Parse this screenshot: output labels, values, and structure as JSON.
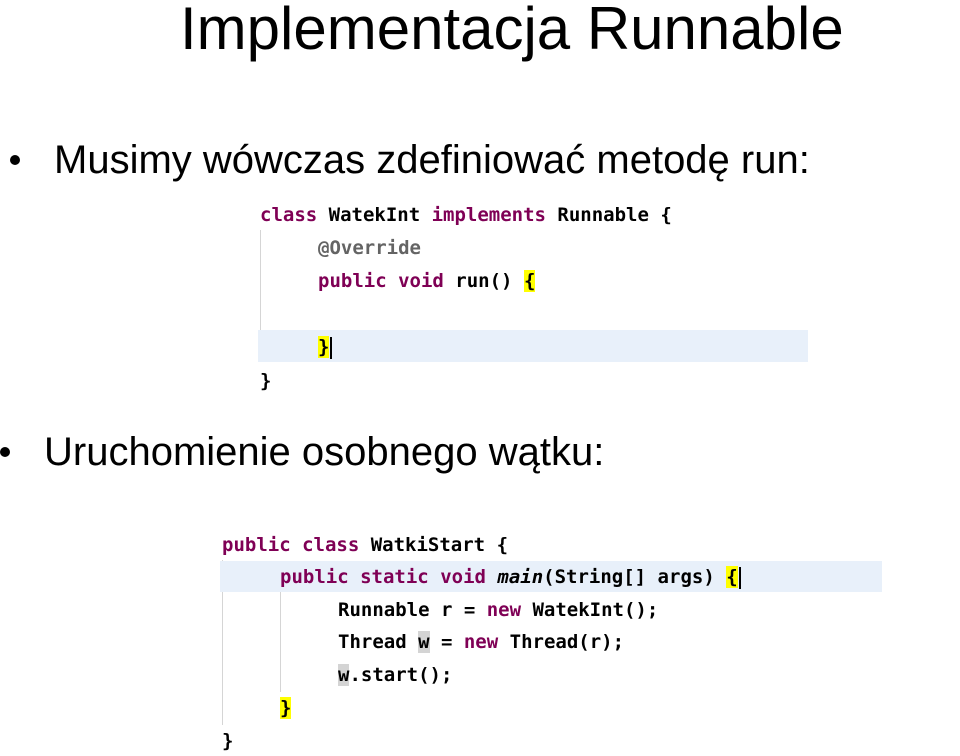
{
  "slide": {
    "title": "Implementacja Runnable",
    "bullets": [
      "Musimy wówczas zdefiniować metodę run:",
      "Uruchomienie osobnego wątku:"
    ]
  },
  "code1": {
    "l1_kw": "class",
    "l1_text": " WatekInt ",
    "l1_kw2": "implements",
    "l1_rest": " Runnable {",
    "l2": "@Override",
    "l3_kw1": "public",
    "l3_sp": " ",
    "l3_kw2": "void",
    "l3_rest": " run() ",
    "l3_brace": "{",
    "l4_brace": "}",
    "l5": "}"
  },
  "code2": {
    "l1_kw1": "public",
    "l1_sp": " ",
    "l1_kw2": "class",
    "l1_rest": " WatkiStart {",
    "l2_kw1": "public",
    "l2_kw2": "static",
    "l2_kw3": "void",
    "l2_method": "main",
    "l2_rest": "(String[] args) ",
    "l2_brace": "{",
    "l3_pre": "Runnable r = ",
    "l3_kw": "new",
    "l3_rest": " WatekInt();",
    "l4_pre": "Thread ",
    "l4_var": "w",
    "l4_mid": " = ",
    "l4_kw": "new",
    "l4_rest": " Thread(r);",
    "l5_var": "w",
    "l5_rest": ".start();",
    "l6_brace": "}",
    "l7": "}"
  },
  "colors": {
    "keyword": "#7f0055",
    "annotation": "#646464",
    "brace_highlight": "#ffff00",
    "line_highlight": "#e8f0fa",
    "occurrence": "#d4d4d4"
  }
}
